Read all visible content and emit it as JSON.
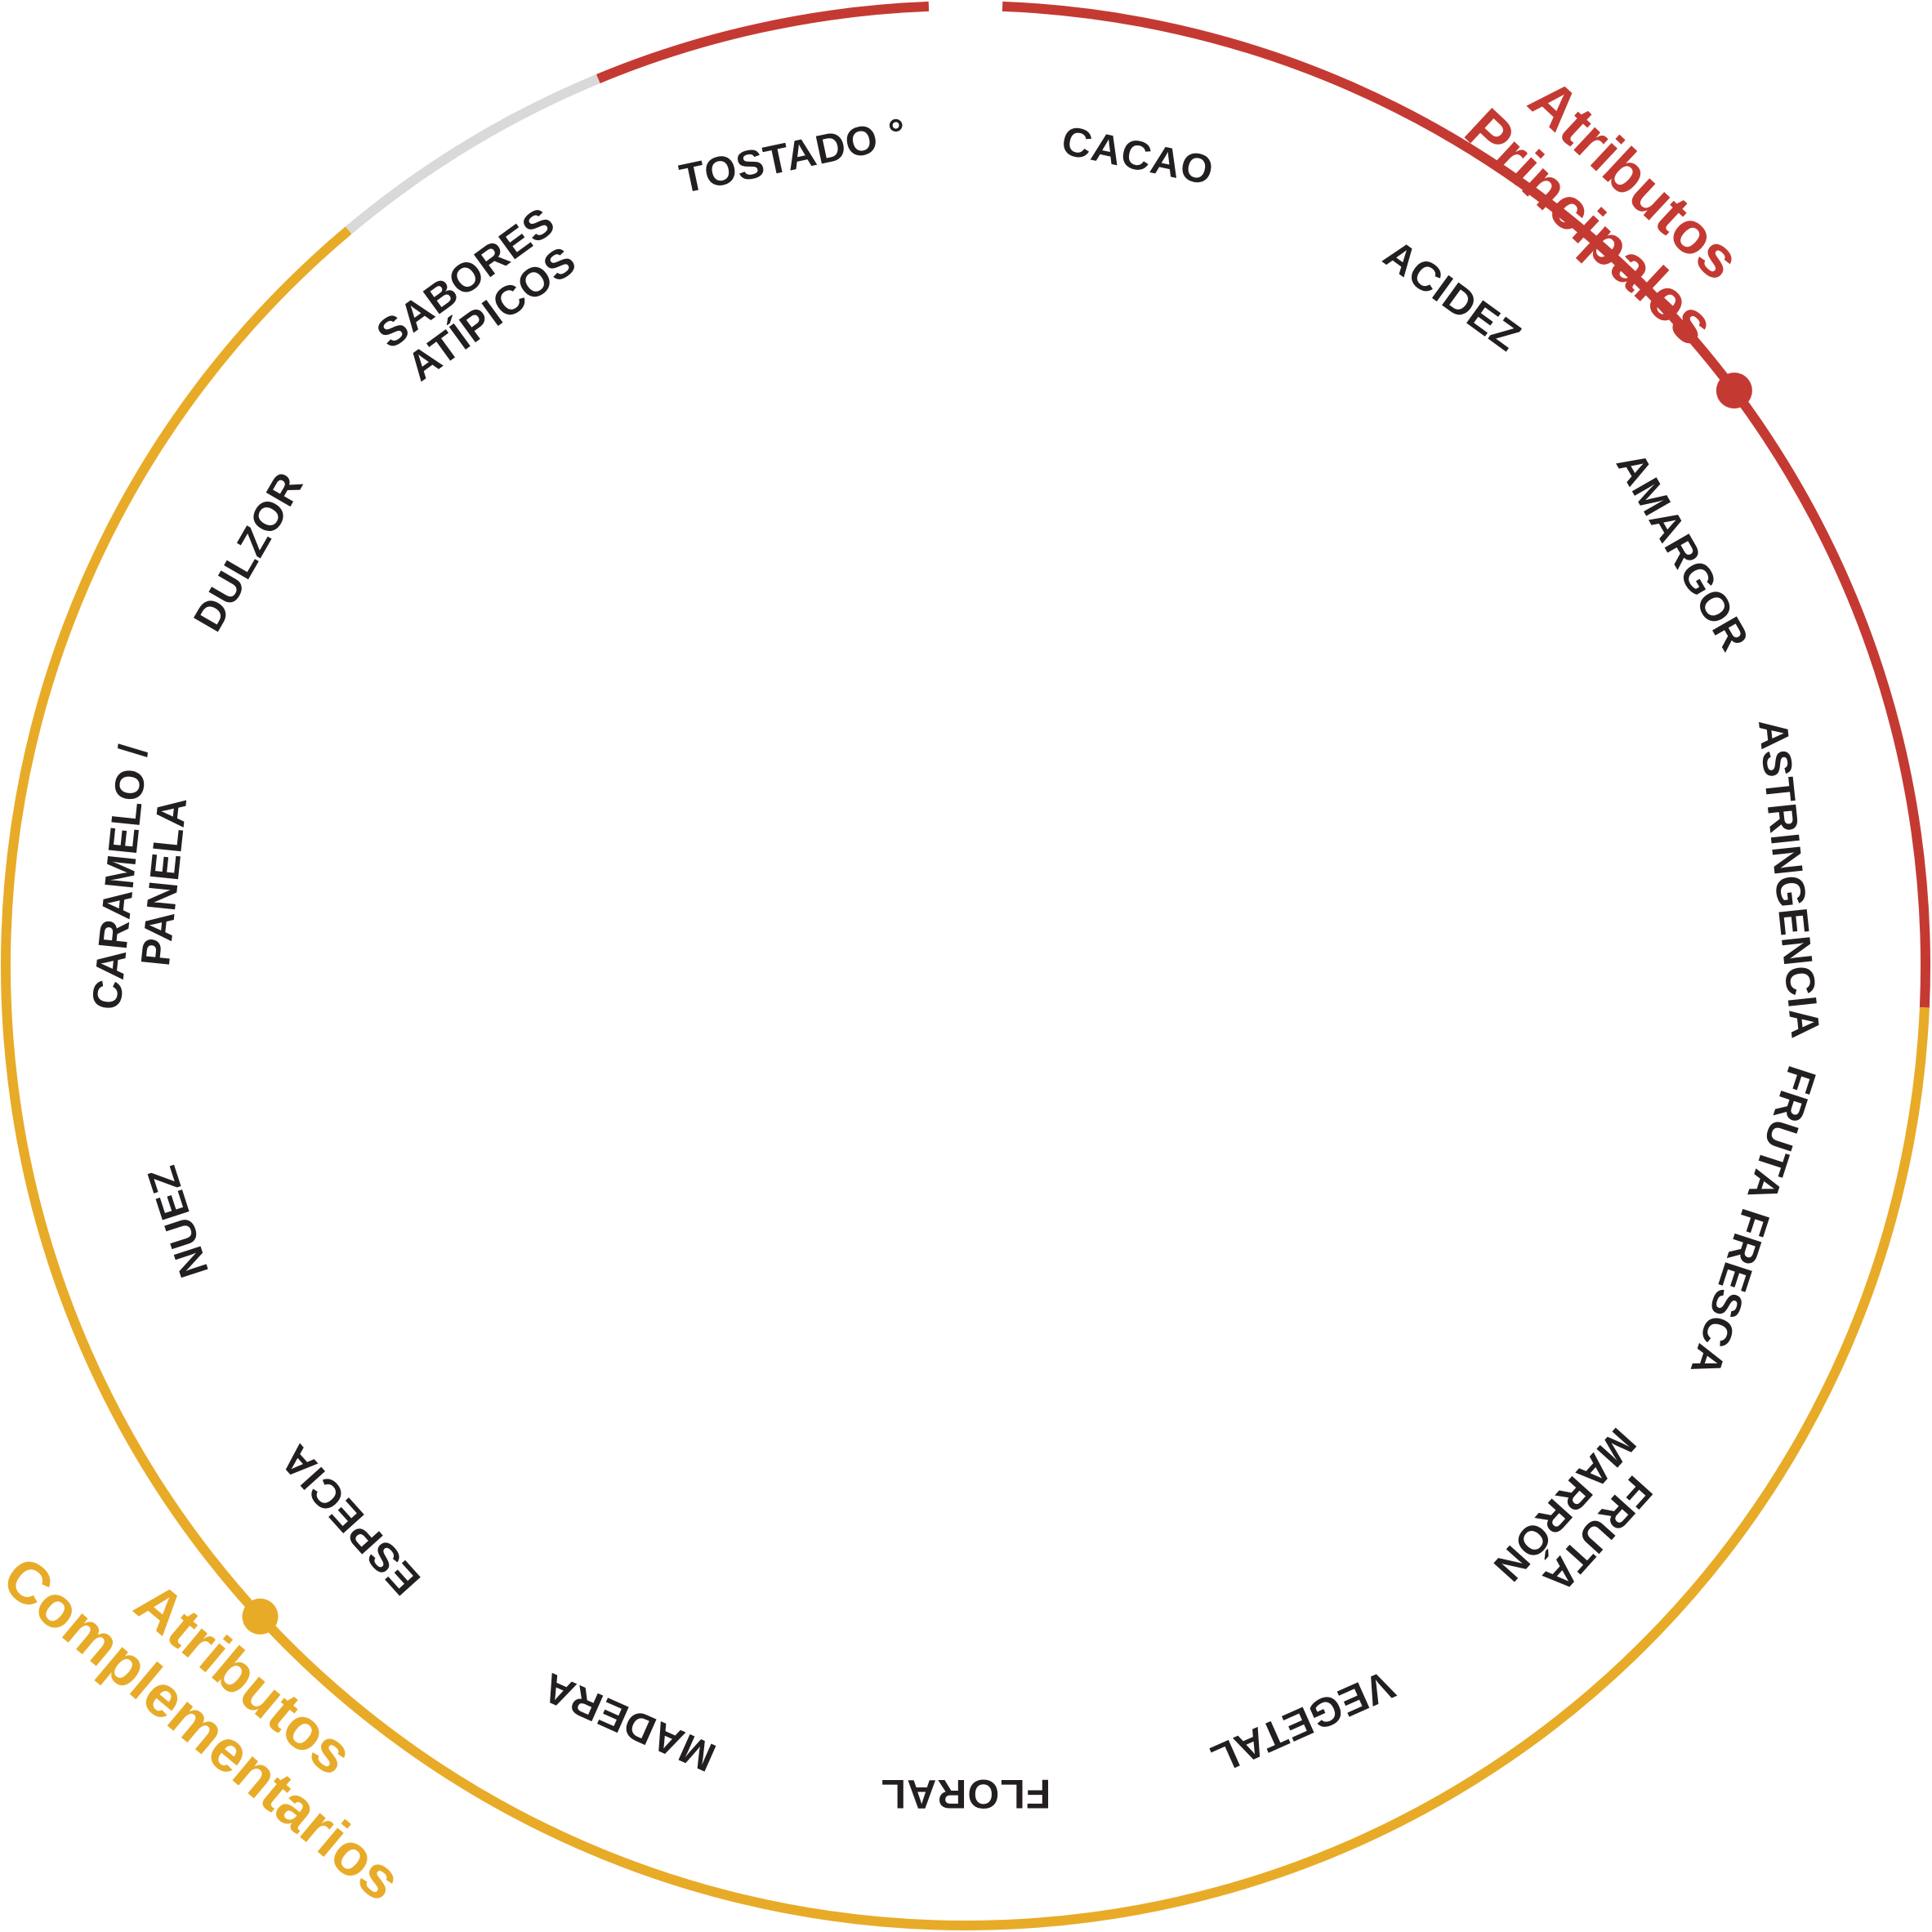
{
  "colors": {
    "principal": "#c43a32",
    "complementary": "#e8ab28",
    "atypical": "#d9d9d9",
    "text": "#231f20",
    "background": "#ffffff"
  },
  "groups": {
    "principal": {
      "line1": "Atributos",
      "line2": "Principales"
    },
    "complementary": {
      "line1": "Atributos",
      "line2": "Complementarios"
    }
  },
  "attributes": [
    {
      "id": "cacao",
      "lines": [
        "CACAO"
      ]
    },
    {
      "id": "acidez",
      "lines": [
        "ACIDEZ"
      ]
    },
    {
      "id": "amargor",
      "lines": [
        "AMARGOR"
      ]
    },
    {
      "id": "astringencia",
      "lines": [
        "ASTRINGENCIA"
      ]
    },
    {
      "id": "fruta-fresca",
      "lines": [
        "FRUTA FRESCA"
      ]
    },
    {
      "id": "fruta-marron",
      "lines": [
        "FRUTA",
        "MARRÓN"
      ]
    },
    {
      "id": "vegetal",
      "lines": [
        "VEGETAL"
      ]
    },
    {
      "id": "floral",
      "lines": [
        "FLORAL"
      ]
    },
    {
      "id": "madera",
      "lines": [
        "MADERA"
      ]
    },
    {
      "id": "especia",
      "lines": [
        "ESPECIA"
      ]
    },
    {
      "id": "nuez",
      "lines": [
        "NUEZ"
      ]
    },
    {
      "id": "caramelo-panela",
      "lines": [
        "CARAMELO /",
        "PANELA"
      ]
    },
    {
      "id": "dulzor",
      "lines": [
        "DULZOR"
      ]
    },
    {
      "id": "sabores-atipicos",
      "lines": [
        "SABORES",
        "ATÍPICOS"
      ]
    },
    {
      "id": "tostado",
      "lines": [
        "TOSTADO °"
      ]
    }
  ]
}
